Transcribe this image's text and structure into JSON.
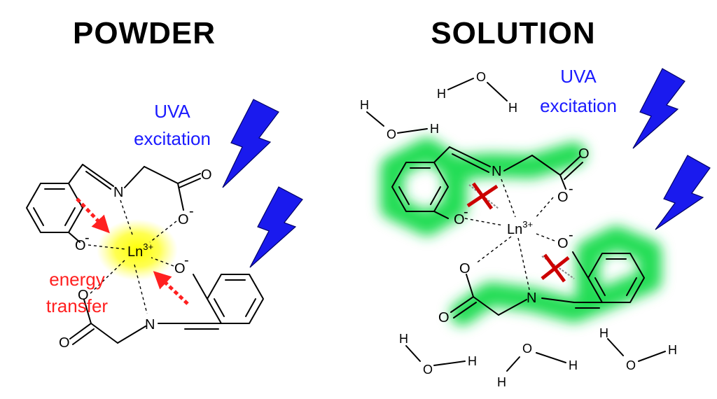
{
  "powder": {
    "title": "POWDER",
    "uva_line1": "UVA",
    "uva_line2": "excitation",
    "energy_line1": "energy",
    "energy_line2": "transfer",
    "metal": "Ln",
    "charge": "3+"
  },
  "solution": {
    "title": "SOLUTION",
    "uva_line1": "UVA",
    "uva_line2": "excitation",
    "metal": "Ln",
    "charge": "3+"
  },
  "atoms": {
    "N": "N",
    "O": "O",
    "H": "H",
    "minus": "-"
  },
  "colors": {
    "uva_text": "#1a1aff",
    "lightning": "#1a1aee",
    "energy_transfer": "#ff2020",
    "metal_glow": "#ffff00",
    "ligand_glow": "#22dd55"
  }
}
